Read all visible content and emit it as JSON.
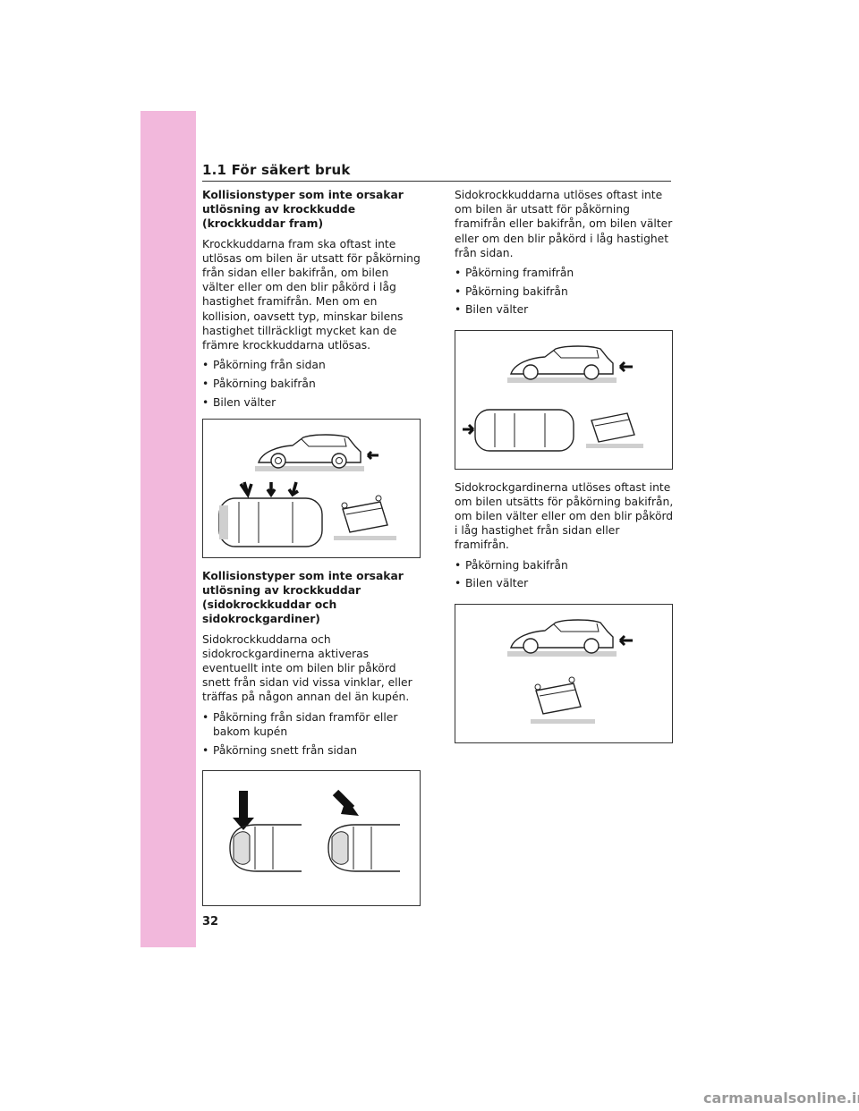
{
  "header": {
    "section": "1.1 För säkert bruk"
  },
  "left": {
    "heading1": "Kollisionstyper som inte orsakar utlösning av krockkudde (krockkuddar fram)",
    "para1": "Krockkuddarna fram ska oftast inte utlösas om bilen är utsatt för påkörning från sidan eller bakifrån, om bilen välter eller om den blir påkörd i låg hastighet framifrån. Men om en kollision, oavsett typ, minskar bilens hastighet tillräckligt mycket kan de främre krockkuddarna utlösas.",
    "bullets1": [
      "Påkörning från sidan",
      "Påkörning bakifrån",
      "Bilen välter"
    ],
    "heading2": "Kollisionstyper som inte orsakar utlösning av krockkuddar (sidokrockkuddar och sidokrockgardiner)",
    "para2": "Sidokrockkuddarna och sidokrockgardinerna aktiveras eventuellt inte om bilen blir påkörd snett från sidan vid vissa vinklar, eller träffas på någon annan del än kupén.",
    "bullets2": [
      "Påkörning från sidan framför eller bakom kupén",
      "Påkörning snett från sidan"
    ]
  },
  "right": {
    "para1": "Sidokrockkuddarna utlöses oftast inte om bilen är utsatt för påkörning framifrån eller bakifrån, om bilen välter eller om den blir påkörd i låg hastighet från sidan.",
    "bullets1": [
      "Påkörning framifrån",
      "Påkörning bakifrån",
      "Bilen välter"
    ],
    "para2": "Sidokrockgardinerna utlöses oftast inte om bilen utsätts för påkörning bakifrån, om bilen välter eller om den blir påkörd i låg hastighet från sidan eller framifrån.",
    "bullets2": [
      "Påkörning bakifrån",
      "Bilen välter"
    ]
  },
  "page_number": "32",
  "watermark": "carmanualsonline.info"
}
